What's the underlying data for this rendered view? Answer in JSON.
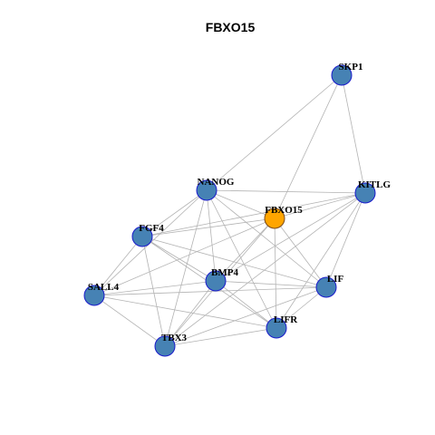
{
  "title": "FBXO15",
  "colors": {
    "node_fill": "#4682b4",
    "center_fill": "#ffa500",
    "edge": "#b3b3b3",
    "node_border": "#1a1acc"
  },
  "nodes": [
    {
      "id": "SKP1",
      "label": "SKP1"
    },
    {
      "id": "NANOG",
      "label": "NANOG"
    },
    {
      "id": "KITLG",
      "label": "KITLG"
    },
    {
      "id": "FBXO15",
      "label": "FBXO15",
      "center": true
    },
    {
      "id": "FGF4",
      "label": "FGF4"
    },
    {
      "id": "BMP4",
      "label": "BMP4"
    },
    {
      "id": "LIF",
      "label": "LIF"
    },
    {
      "id": "SALL4",
      "label": "SALL4"
    },
    {
      "id": "LIFR",
      "label": "LIFR"
    },
    {
      "id": "TBX3",
      "label": "TBX3"
    }
  ],
  "edges": [
    [
      "SKP1",
      "NANOG"
    ],
    [
      "SKP1",
      "FBXO15"
    ],
    [
      "SKP1",
      "KITLG"
    ],
    [
      "NANOG",
      "KITLG"
    ],
    [
      "NANOG",
      "FBXO15"
    ],
    [
      "NANOG",
      "FGF4"
    ],
    [
      "NANOG",
      "BMP4"
    ],
    [
      "NANOG",
      "LIF"
    ],
    [
      "NANOG",
      "LIFR"
    ],
    [
      "NANOG",
      "SALL4"
    ],
    [
      "NANOG",
      "TBX3"
    ],
    [
      "KITLG",
      "FBXO15"
    ],
    [
      "KITLG",
      "FGF4"
    ],
    [
      "KITLG",
      "BMP4"
    ],
    [
      "KITLG",
      "LIF"
    ],
    [
      "KITLG",
      "LIFR"
    ],
    [
      "KITLG",
      "TBX3"
    ],
    [
      "FBXO15",
      "FGF4"
    ],
    [
      "FBXO15",
      "BMP4"
    ],
    [
      "FBXO15",
      "LIF"
    ],
    [
      "FBXO15",
      "LIFR"
    ],
    [
      "FBXO15",
      "SALL4"
    ],
    [
      "FBXO15",
      "TBX3"
    ],
    [
      "FGF4",
      "BMP4"
    ],
    [
      "FGF4",
      "SALL4"
    ],
    [
      "FGF4",
      "TBX3"
    ],
    [
      "FGF4",
      "LIF"
    ],
    [
      "FGF4",
      "LIFR"
    ],
    [
      "BMP4",
      "LIF"
    ],
    [
      "BMP4",
      "LIFR"
    ],
    [
      "BMP4",
      "SALL4"
    ],
    [
      "BMP4",
      "TBX3"
    ],
    [
      "LIF",
      "LIFR"
    ],
    [
      "LIF",
      "SALL4"
    ],
    [
      "LIF",
      "TBX3"
    ],
    [
      "SALL4",
      "LIFR"
    ],
    [
      "SALL4",
      "TBX3"
    ],
    [
      "LIFR",
      "TBX3"
    ]
  ]
}
